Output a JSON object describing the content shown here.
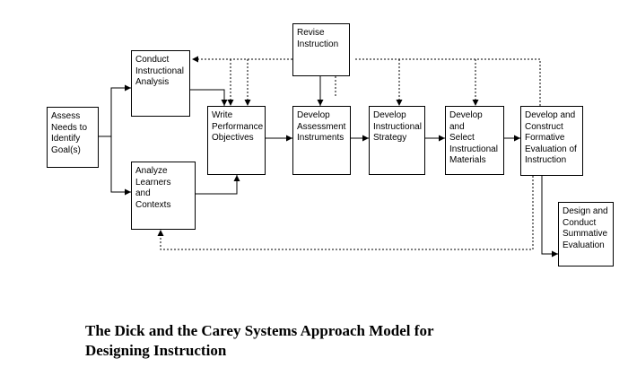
{
  "diagram": {
    "boxes": {
      "assess": "Assess\nNeeds to\nIdentify\nGoal(s)",
      "conduct": "Conduct\nInstructional\nAnalysis",
      "analyze": "Analyze\nLearners\nand\nContexts",
      "write": "Write\nPerformance\nObjectives",
      "revise": "Revise\nInstruction",
      "assessment": "Develop\nAssessment\nInstruments",
      "strategy": "Develop\nInstructional\nStrategy",
      "materials": "Develop and\nSelect\nInstructional\nMaterials",
      "formative": "Develop and\nConstruct\nFormative\nEvaluation of\nInstruction",
      "summative": "Design and\nConduct\nSummative\nEvaluation"
    },
    "caption": "The Dick and the Carey Systems Approach Model for\nDesigning Instruction"
  }
}
